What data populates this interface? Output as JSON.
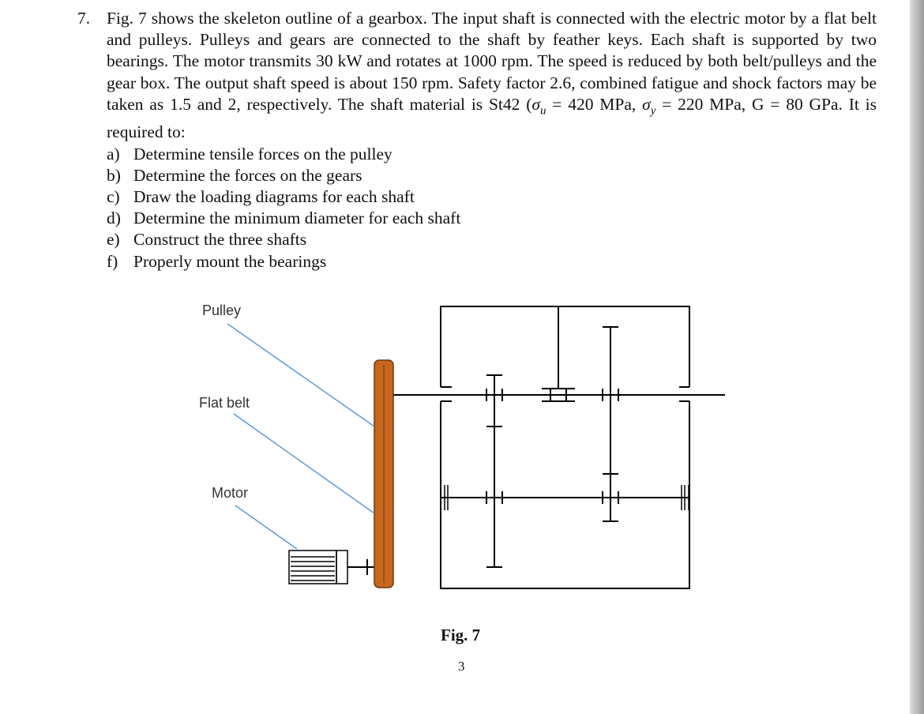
{
  "problem": {
    "number": "7.",
    "text_1": "Fig. 7 shows the skeleton outline of a gearbox. The input shaft is connected with the electric motor by a flat belt and pulleys. Pulleys and gears are connected to the shaft by feather keys. Each shaft is supported by two bearings. The motor transmits 30 kW and rotates at 1000 rpm. The speed is reduced by both belt/pulleys and the gear box. The output shaft speed is about 150 rpm. Safety factor 2.6, combined fatigue and shock factors may be taken as 1.5 and 2, respectively. The shaft material is St42 (",
    "sigma_u": "σu",
    "text_2": " = 420 MPa, ",
    "sigma_y": "σy",
    "text_3": " = 220 MPa, G = 80 GPa. It is required to:",
    "items": [
      {
        "letter": "a)",
        "text": "Determine tensile forces on the pulley"
      },
      {
        "letter": "b)",
        "text": "Determine the forces on the gears"
      },
      {
        "letter": "c)",
        "text": "Draw the loading diagrams for each shaft"
      },
      {
        "letter": "d)",
        "text": "Determine the minimum diameter for each shaft"
      },
      {
        "letter": "e)",
        "text": "Construct the three shafts"
      },
      {
        "letter": "f)",
        "text": "Properly mount the bearings"
      }
    ]
  },
  "figure": {
    "labels": {
      "pulley": "Pulley",
      "flat_belt": "Flat belt",
      "motor": "Motor"
    },
    "caption": "Fig. 7",
    "colors": {
      "belt": "#C8661F",
      "leader": "#5B9BD5",
      "line": "#000000"
    }
  },
  "page_number": "3"
}
